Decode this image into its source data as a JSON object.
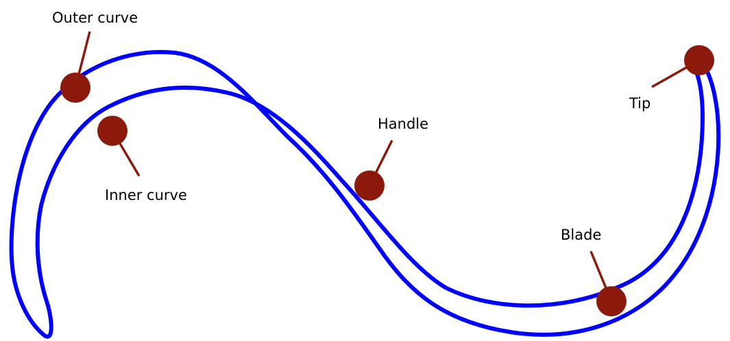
{
  "colors": {
    "outline": "#0000ff",
    "marker": "#8b1a0c",
    "leader": "#8b1a0c",
    "background": "#ffffff",
    "text": "#000000"
  },
  "labels": {
    "outer_curve": "Outer curve",
    "inner_curve": "Inner curve",
    "handle": "Handle",
    "blade": "Blade",
    "tip": "Tip"
  }
}
